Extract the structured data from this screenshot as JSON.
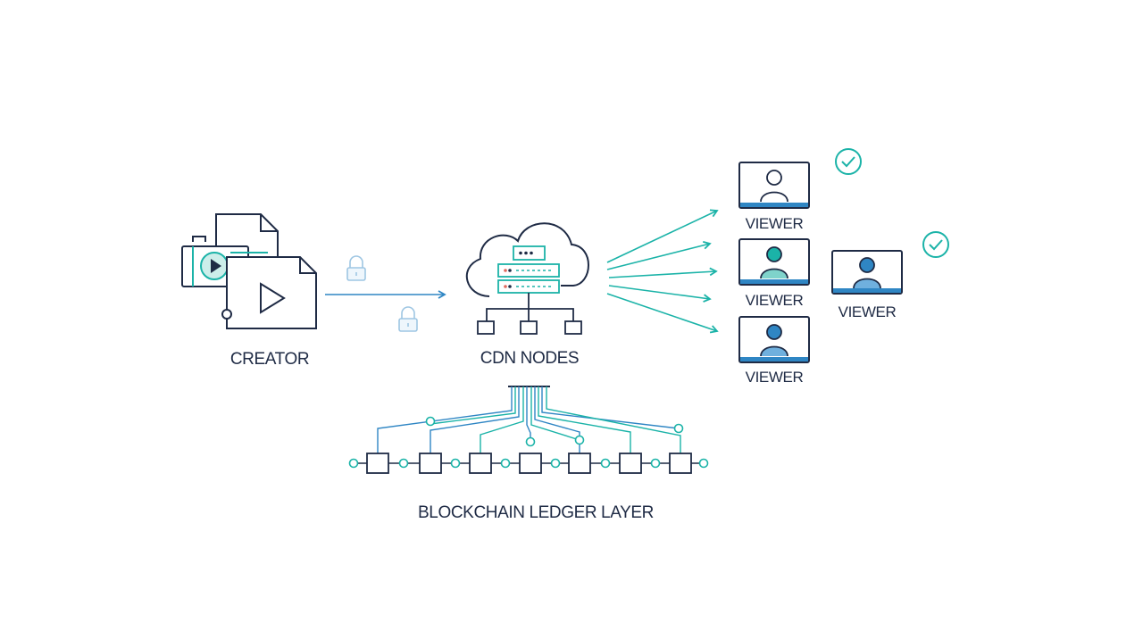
{
  "labels": {
    "creator": "CREATOR",
    "cdn": "CDN NODES",
    "viewer_1": "VIEWER",
    "viewer_2": "VIEWER",
    "viewer_3": "VIEWER",
    "viewer_4": "VIEWER",
    "ledger": "BLOCKCHAIN LEDGER LAYER"
  },
  "colors": {
    "navy": "#1f2b45",
    "teal": "#1bb3a8",
    "blue": "#2f86c4",
    "light_teal": "#cdeeea",
    "light_blue": "#d6e9f7"
  },
  "icons": {
    "creator": [
      "camera-icon",
      "document-icon",
      "video-file-icon"
    ],
    "transport": [
      "lock-icon",
      "lock-icon"
    ],
    "cdn": [
      "cloud-icon",
      "server-stack-icon",
      "network-nodes-icon"
    ],
    "viewers": [
      "monitor-user-icon",
      "monitor-user-icon",
      "monitor-user-icon",
      "monitor-user-icon"
    ],
    "verification": [
      "check-circle-icon",
      "check-circle-icon"
    ],
    "ledger": [
      "block-chain-icon"
    ]
  }
}
